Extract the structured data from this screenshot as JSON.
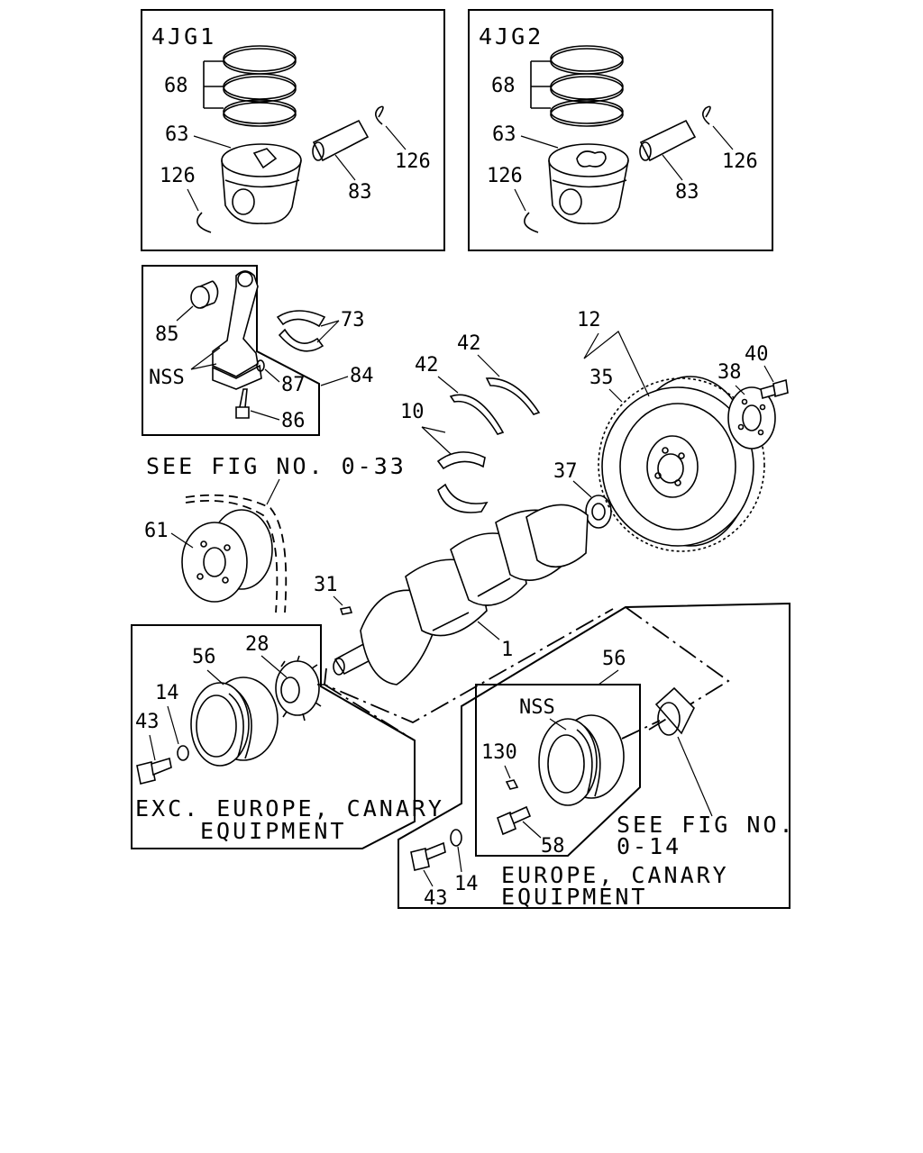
{
  "panels": {
    "jg1": {
      "title": "4JG1",
      "labels": {
        "rings": "68",
        "piston": "63",
        "clip_left": "126",
        "clip_right": "126",
        "pin": "83"
      }
    },
    "jg2": {
      "title": "4JG2",
      "labels": {
        "rings": "68",
        "piston": "63",
        "clip_left": "126",
        "clip_right": "126",
        "pin": "83"
      }
    },
    "conrod": {
      "labels": {
        "bushing": "85",
        "bearing": "73",
        "nss": "NSS",
        "nut": "87",
        "assembly": "84",
        "bolt": "86"
      }
    },
    "exc_europe": {
      "caption_line1": "EXC. EUROPE, CANARY",
      "caption_line2": "EQUIPMENT",
      "labels": {
        "gear": "28",
        "pulley": "56",
        "washer": "14",
        "bolt": "43"
      }
    },
    "europe": {
      "caption_line1": "EUROPE, CANARY",
      "caption_line2": "EQUIPMENT",
      "see_fig_line1": "SEE FIG NO.",
      "see_fig_line2": "0-14",
      "labels": {
        "pulley": "56",
        "nss": "NSS",
        "pin": "130",
        "bolt_small": "58",
        "bolt": "43",
        "washer": "14"
      }
    }
  },
  "main": {
    "see_fig": "SEE FIG NO. 0-33",
    "labels": {
      "flywheel": "12",
      "ring_gear": "35",
      "plate": "38",
      "flywheel_bolt": "40",
      "thrust_upper": "42",
      "thrust_lower": "42",
      "main_bearing": "10",
      "pilot_bearing": "37",
      "crank_pulley": "61",
      "key": "31",
      "crankshaft": "1"
    }
  }
}
